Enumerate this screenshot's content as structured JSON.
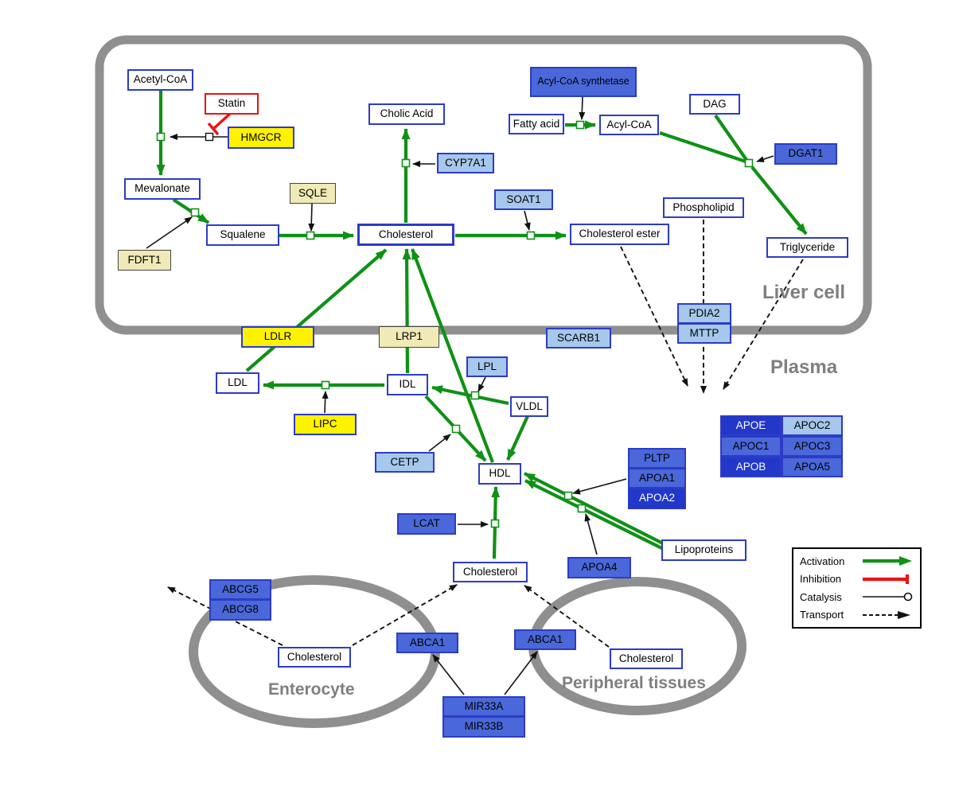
{
  "compartments": {
    "liver": "Liver cell",
    "plasma": "Plasma",
    "enterocyte": "Enterocyte",
    "peripheral": "Peripheral tissues"
  },
  "nodes": {
    "acetyl_coa": "Acetyl-CoA",
    "statin": "Statin",
    "hmgcr": "HMGCR",
    "mevalonate": "Mevalonate",
    "sqle": "SQLE",
    "fdft1": "FDFT1",
    "squalene": "Squalene",
    "cholesterol_liver": "Cholesterol",
    "cholic_acid": "Cholic Acid",
    "cyp7a1": "CYP7A1",
    "soat1": "SOAT1",
    "cholesterol_ester": "Cholesterol ester",
    "acyl_coa_synthetase": "Acyl-CoA synthetase",
    "fatty_acid": "Fatty acid",
    "acyl_coa": "Acyl-CoA",
    "dag": "DAG",
    "dgat1": "DGAT1",
    "phospholipid": "Phospholipid",
    "triglyceride": "Triglyceride",
    "pdia2": "PDIA2",
    "mttp": "MTTP",
    "scarb1": "SCARB1",
    "ldlr": "LDLR",
    "lrp1": "LRP1",
    "ldl": "LDL",
    "idl": "IDL",
    "lipc": "LIPC",
    "lpl": "LPL",
    "vldl": "VLDL",
    "cetp": "CETP",
    "hdl": "HDL",
    "lcat": "LCAT",
    "apoe": "APOE",
    "apoc2": "APOC2",
    "apoc1": "APOC1",
    "apoc3": "APOC3",
    "apob": "APOB",
    "apoa5": "APOA5",
    "pltp": "PLTP",
    "apoa1": "APOA1",
    "apoa2": "APOA2",
    "apoa4": "APOA4",
    "lipoproteins": "Lipoproteins",
    "cholesterol_plasma": "Cholesterol",
    "abcg5": "ABCG5",
    "abcg8": "ABCG8",
    "cholesterol_enterocyte": "Cholesterol",
    "abca1_enterocyte": "ABCA1",
    "abca1_peripheral": "ABCA1",
    "cholesterol_peripheral": "Cholesterol",
    "mir33a": "MIR33A",
    "mir33b": "MIR33B"
  },
  "legend": {
    "activation": "Activation",
    "inhibition": "Inhibition",
    "catalysis": "Catalysis",
    "transport": "Transport"
  },
  "colors": {
    "activation_green": "#0f9115",
    "inhibition_red": "#ee1111",
    "node_border": "#2d3bc8",
    "bright_yellow": "#fff200",
    "pale_yellow": "#efeab6",
    "light_blue": "#a6c8ec",
    "medium_blue": "#4a68d9",
    "dark_blue": "#2138c9",
    "compartment_gray": "#8f8f8f",
    "label_gray": "#7f7f7f"
  }
}
